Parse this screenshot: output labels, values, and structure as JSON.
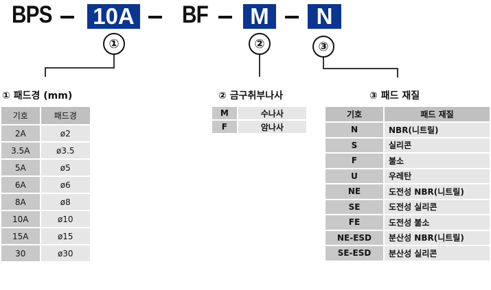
{
  "code": {
    "prefix": "BPS",
    "dash": "–",
    "size": "10A",
    "middle": "BF",
    "screw": "M",
    "material": "N",
    "accent": "#0a3591"
  },
  "markers": [
    "①",
    "②",
    "③"
  ],
  "table1": {
    "title": "① 패드경 (mm)",
    "headers": [
      "기호",
      "패드경"
    ],
    "rows": [
      [
        "2A",
        "ø2"
      ],
      [
        "3.5A",
        "ø3.5"
      ],
      [
        "5A",
        "ø5"
      ],
      [
        "6A",
        "ø6"
      ],
      [
        "8A",
        "ø8"
      ],
      [
        "10A",
        "ø10"
      ],
      [
        "15A",
        "ø15"
      ],
      [
        "30",
        "ø30"
      ]
    ]
  },
  "table2": {
    "title": "② 금구취부나사",
    "rows": [
      [
        "M",
        "수나사"
      ],
      [
        "F",
        "암나사"
      ]
    ]
  },
  "table3": {
    "title": "③ 패드 재질",
    "headers": [
      "기호",
      "패드 재질"
    ],
    "rows": [
      [
        "N",
        "NBR(니트릴)"
      ],
      [
        "S",
        "실리콘"
      ],
      [
        "F",
        "불소"
      ],
      [
        "U",
        "우레탄"
      ],
      [
        "NE",
        "도전성 NBR(니트릴)"
      ],
      [
        "SE",
        "도전성 실리콘"
      ],
      [
        "FE",
        "도전성 불소"
      ],
      [
        "NE-ESD",
        "분산성 NBR(니트릴)"
      ],
      [
        "SE-ESD",
        "분산성 실리콘"
      ]
    ]
  }
}
